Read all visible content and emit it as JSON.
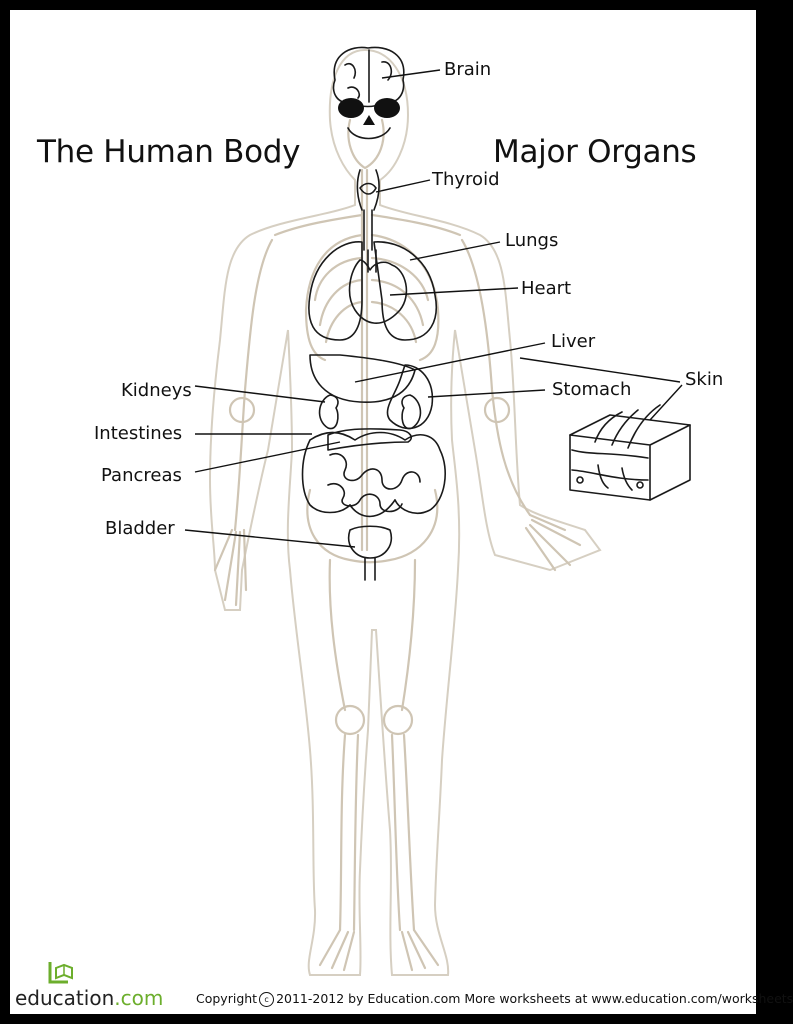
{
  "titles": {
    "left": "The Human Body",
    "right": "Major Organs"
  },
  "labels": {
    "brain": "Brain",
    "thyroid": "Thyroid",
    "lungs": "Lungs",
    "heart": "Heart",
    "liver": "Liver",
    "skin": "Skin",
    "kidneys": "Kidneys",
    "stomach": "Stomach",
    "intestines": "Intestines",
    "pancreas": "Pancreas",
    "bladder": "Bladder"
  },
  "footer": {
    "logo_main": "education",
    "logo_suffix": ".com",
    "copyright_prefix": "Copyright",
    "copyright_symbol": "c",
    "copyright_text": "2011-2012 by Education.com  More worksheets at www.education.com/worksheets"
  },
  "colors": {
    "logo_accent": "#6cae2c"
  },
  "icons": {
    "logo": "book-icon"
  }
}
